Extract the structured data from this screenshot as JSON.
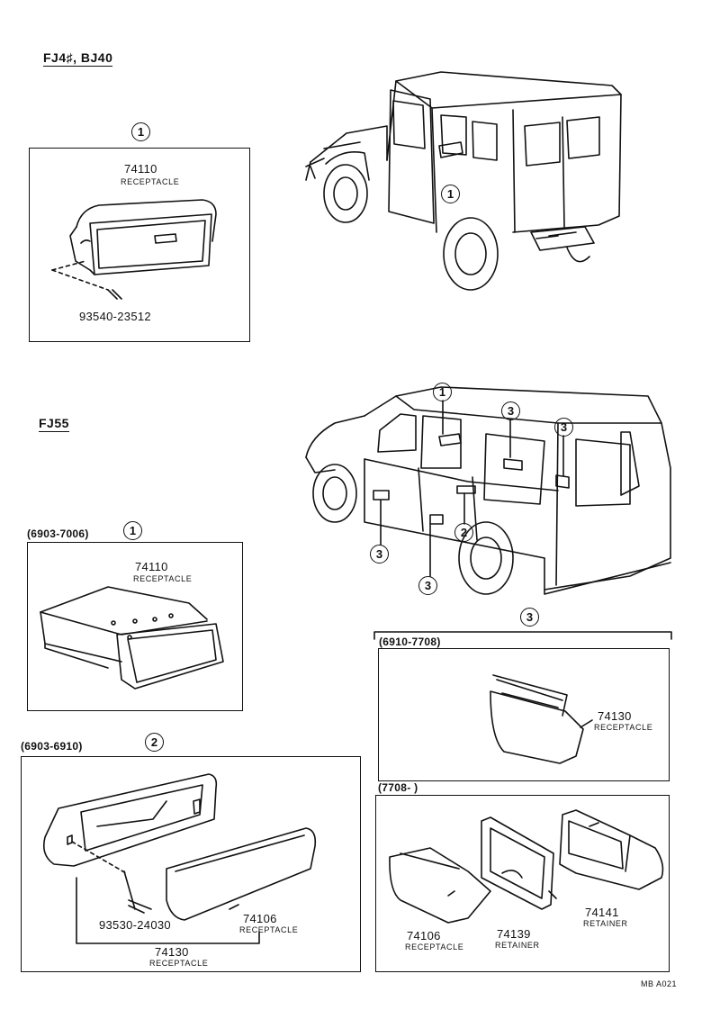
{
  "headers": {
    "fj4": "FJ4♯, BJ40",
    "fj55": "FJ55"
  },
  "callouts": {
    "one": "1",
    "two": "2",
    "three": "3"
  },
  "ranges": {
    "r1": "(6903-7006)",
    "r2": "(6903-6910)",
    "r3": "(6910-7708)",
    "r4": "(7708-        )"
  },
  "parts": {
    "p74110_top": {
      "number": "74110",
      "name": "RECEPTACLE"
    },
    "p93540": {
      "number": "93540-23512"
    },
    "p74110_mid": {
      "number": "74110",
      "name": "RECEPTACLE"
    },
    "p74130_right": {
      "number": "74130",
      "name": "RECEPTACLE"
    },
    "p93530": {
      "number": "93530-24030"
    },
    "p74106_left": {
      "number": "74106",
      "name": "RECEPTACLE"
    },
    "p74130_bottom": {
      "number": "74130",
      "name": "RECEPTACLE"
    },
    "p74106_right": {
      "number": "74106",
      "name": "RECEPTACLE"
    },
    "p74139": {
      "number": "74139",
      "name": "RETAINER"
    },
    "p74141": {
      "number": "74141",
      "name": "RETAINER"
    }
  },
  "footer_code": "MB A021"
}
